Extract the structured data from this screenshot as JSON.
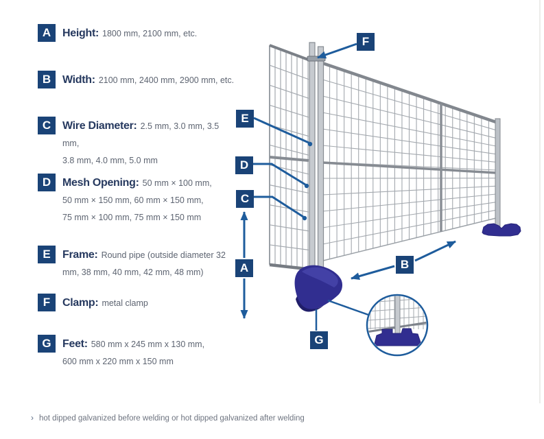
{
  "colors": {
    "badge_navy": "#1a4377",
    "leader_blue": "#1e5c9c",
    "foot_indigo": "#312e90"
  },
  "specs": [
    {
      "key": "A",
      "term": "Height:",
      "value": "1800 mm, 2100 mm, etc."
    },
    {
      "key": "B",
      "term": "Width:",
      "value": "2100 mm, 2400 mm, 2900 mm, etc."
    },
    {
      "key": "C",
      "term": "Wire Diameter:",
      "value": "2.5 mm, 3.0 mm, 3.5 mm,\n3.8 mm, 4.0 mm, 5.0 mm"
    },
    {
      "key": "D",
      "term": "Mesh Opening:",
      "value": "50 mm × 100 mm,\n50 mm × 150 mm, 60 mm × 150 mm,\n75 mm × 100 mm, 75 mm × 150 mm"
    },
    {
      "key": "E",
      "term": "Frame:",
      "value": "Round pipe (outside diameter 32\nmm, 38 mm, 40 mm, 42 mm, 48 mm)"
    },
    {
      "key": "F",
      "term": "Clamp:",
      "value": "metal clamp"
    },
    {
      "key": "G",
      "term": "Feet:",
      "value": "580 mm x 245 mm x 130 mm,\n600 mm x 220 mm x 150 mm"
    }
  ],
  "footer": {
    "bullet": "›",
    "note": "hot dipped galvanized before welding or hot dipped galvanized after welding"
  }
}
